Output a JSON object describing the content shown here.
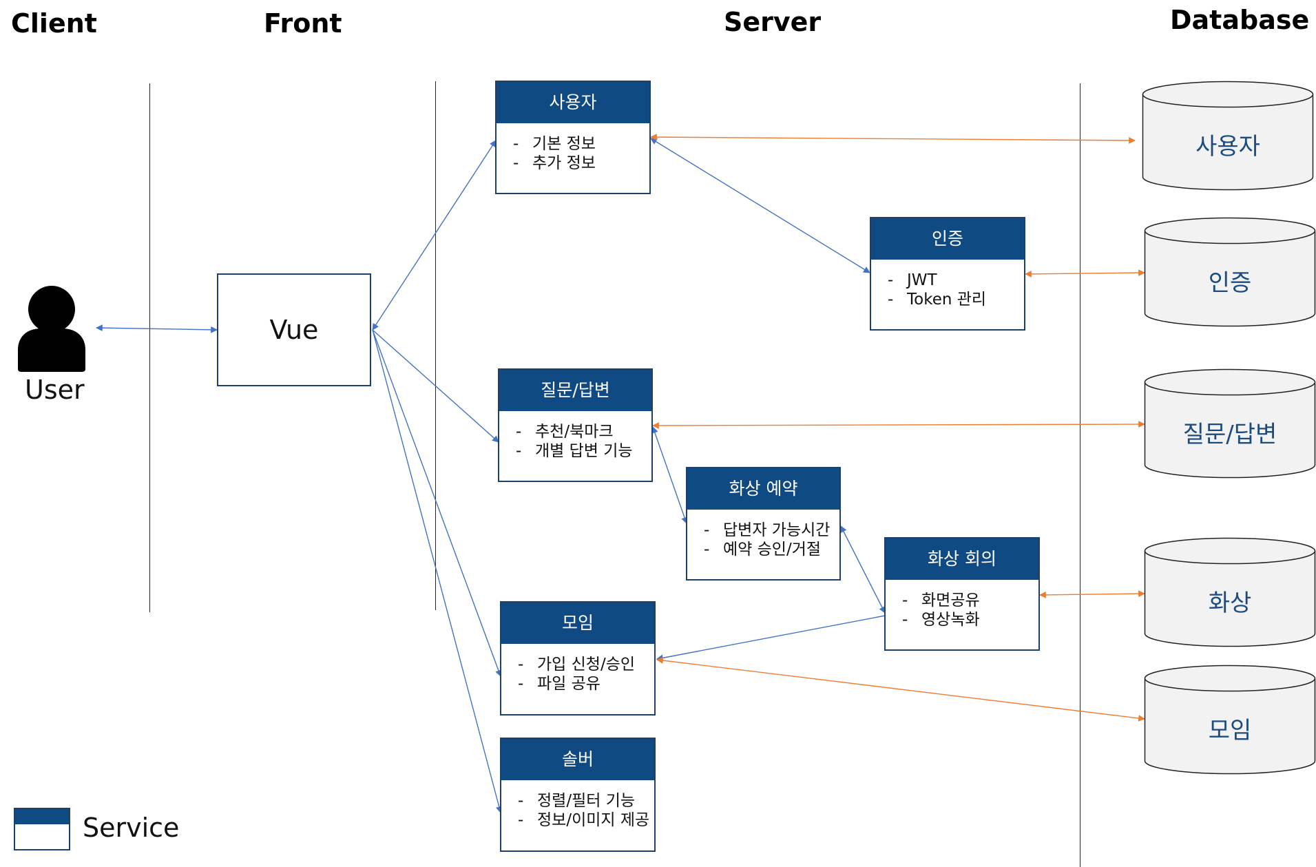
{
  "columns": {
    "client": "Client",
    "front": "Front",
    "server": "Server",
    "database": "Database"
  },
  "user": {
    "label": "User",
    "icon": "user-icon"
  },
  "front": {
    "vue": "Vue"
  },
  "services": {
    "user": {
      "title": "사용자",
      "items": [
        "기본 정보",
        "추가 정보"
      ]
    },
    "auth": {
      "title": "인증",
      "items": [
        "JWT",
        "Token 관리"
      ]
    },
    "qna": {
      "title": "질문/답변",
      "items": [
        "추천/북마크",
        "개별 답변 기능"
      ]
    },
    "reservation": {
      "title": "화상 예약",
      "items": [
        "답변자 가능시간",
        "예약 승인/거절"
      ]
    },
    "meeting": {
      "title": "화상 회의",
      "items": [
        "화면공유",
        "영상녹화"
      ]
    },
    "group": {
      "title": "모임",
      "items": [
        "가입 신청/승인",
        "파일 공유"
      ]
    },
    "solver": {
      "title": "솔버",
      "items": [
        "정렬/필터 기능",
        "정보/이미지 제공"
      ]
    }
  },
  "databases": {
    "user": "사용자",
    "auth": "인증",
    "qna": "질문/답변",
    "video": "화상",
    "group": "모임"
  },
  "legend": {
    "label": "Service"
  },
  "colors": {
    "service_header": "#104a82",
    "blue_arrow": "#4472c4",
    "orange_arrow": "#ed7d31",
    "db_fill": "#f2f2f2",
    "db_label": "#1c4b80"
  }
}
